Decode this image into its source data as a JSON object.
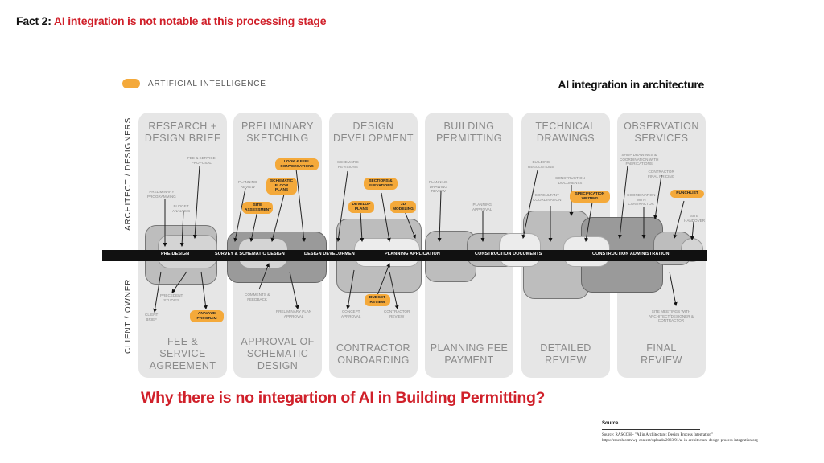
{
  "headline": {
    "prefix": "Fact 2:",
    "text": "AI integration is not notable at this processing stage"
  },
  "legend": {
    "label": "ARTIFICIAL INTELLIGENCE",
    "color": "#f4a93a"
  },
  "diagram_title": "AI integration in architecture",
  "side_labels": {
    "top": "ARCHITECT / DESIGNERS",
    "bottom": "CLIENT / OWNER"
  },
  "columns": [
    {
      "top": "RESEARCH +\nDESIGN BRIEF",
      "bottom": "FEE &\nSERVICE\nAGREEMENT"
    },
    {
      "top": "PRELIMINARY\nSKETCHING",
      "bottom": "APPROVAL OF\nSCHEMATIC\nDESIGN"
    },
    {
      "top": "DESIGN\nDEVELOPMENT",
      "bottom": "CONTRACTOR\nONBOARDING"
    },
    {
      "top": "BUILDING\nPERMITTING",
      "bottom": "PLANNING FEE\nPAYMENT"
    },
    {
      "top": "TECHNICAL\nDRAWINGS",
      "bottom": "DETAILED\nREVIEW"
    },
    {
      "top": "OBSERVATION\nSERVICES",
      "bottom": "FINAL\nREVIEW"
    }
  ],
  "phases": [
    "PRE-DESIGN",
    "SURVEY & SCHEMATIC DESIGN",
    "DESIGN DEVELOPMENT",
    "PLANNING APPLICATION",
    "CONSTRUCTION DOCUMENTS",
    "CONSTRUCTION ADMINISTRATION"
  ],
  "tasks": {
    "prelim_programming": "PRELIMINARY\nPROGRAMMING",
    "fee_proposal": "FEE & SERVICE\nPROPOSAL",
    "budget_analysis": "BUDGET\nANALYSIS",
    "planning_review": "PLANNING\nREVIEW",
    "schematic_revisions": "SCHEMATIC\nREVISIONS",
    "planning_drawing_review": "PLANNING\nDRAWING\nREVIEW",
    "planning_approval": "PLANNING\nAPPROVAL",
    "building_regulations": "BUILDING\nREGULATIONS",
    "construction_documents": "CONSTRUCTION\nDOCUMENTS",
    "consultant_coordination": "CONSULTANT\nCOORDINATION",
    "shop_drawings": "SHOP DRAWINGS &\nCOORDINATION WITH\nFABRICATIONS",
    "contractor_final_pricing": "CONTRACTOR\nFINAL PRICING",
    "coordination_contractor": "COORDINATION\nWITH\nCONTRACTOR",
    "site_handover": "SITE\nHANDOVER",
    "precedent_studies": "PRECEDENT\nSTUDIES",
    "client_brief": "CLIENT\nBRIEF",
    "comments_feedback": "COMMENTS &\nFEEDBACK",
    "prelim_plan_approval": "PRELIMINARY PLAN\nAPPROVAL",
    "concept_approval": "CONCEPT\nAPPROVAL",
    "contractor_review": "CONTRACTOR\nREVIEW",
    "site_meetings": "SITE MEETINGS WITH\nARCHITECT/DESIGNER &\nCONTRACTOR"
  },
  "ai_tasks": {
    "look_feel": "LOOK & FEEL\nCONVERSATIONS",
    "schematic_floor_plans": "SCHEMATIC\nFLOOR\nPLANS",
    "site_assessment": "SITE\nASSESSMENT",
    "sections_elevations": "SECTIONS &\nELEVATIONS",
    "develop_plans": "DEVELOP\nPLANS",
    "modeling_3d": "3D\nMODELING",
    "spec_writing": "SPECIFICATION\nWRITING",
    "punchlist": "PUNCHLIST",
    "analyze_program": "ANALYZE\nPROGRAM",
    "budget_review": "BUDGET\nREVIEW"
  },
  "question": "Why there is no integartion of AI in Building Permitting?",
  "source": {
    "heading": "Source",
    "line1": "Source: RASCOH - \"AI in Architecture: Design Process Integration\"",
    "line2": "https://rascoh.com/wp-content/uploads/2023/01/ai-in-architecture-design-process-integration.org"
  }
}
